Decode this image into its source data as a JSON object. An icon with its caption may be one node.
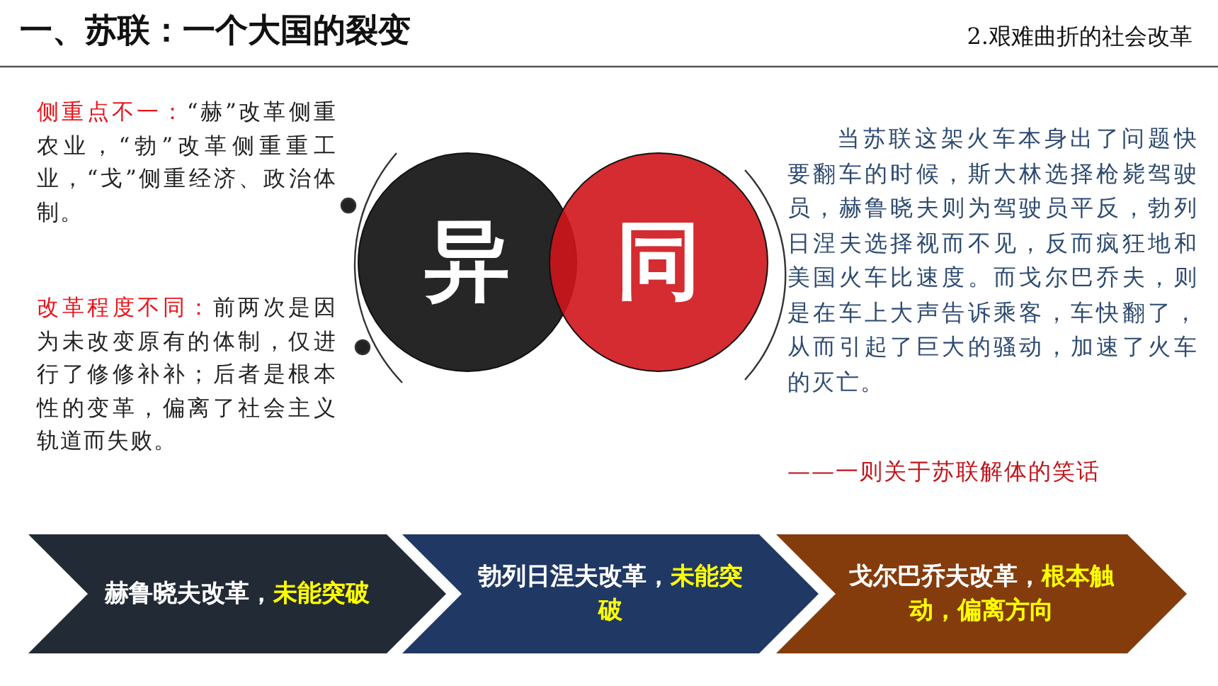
{
  "diagram": {
    "title": "一、苏联：一个大国的裂变",
    "nodes": [
      {
        "text": [
          "异"
        ]
      },
      {
        "text": [
          "同"
        ]
      },
      {
        "text": [
          "赫鲁晓夫改革，**未能突破**"
        ]
      },
      {
        "text": [
          "勃列日涅夫改革，**未能突破**"
        ]
      },
      {
        "text": [
          "戈尔巴乔夫改革，**根本触动，偏离方向**"
        ]
      }
    ],
    "labels": [
      "2.艰难曲折的社会改革",
      "**侧重点不一：**“赫”改革侧重农业，“勃”改革侧重重工业，“戈”侧重经济、政治体制。",
      "**改革程度不同：**前两次是因为未改变原有的体制，仅进行了修修补补；后者是根本性的变革，偏离了社会主义轨道而失败。",
      "当苏联这架火车本身出了问题快要翻车的时候，斯大林选择枪毙驾驶员，赫鲁晓夫则为驾驶员平反，勃列日涅夫选择视而不见，反而疯狂地和美国火车比速度。而戈尔巴乔夫，则是在车上大声告诉乘客，车快翻了，从而引起了巨大的骚动，加速了火车的灭亡。",
      "——一则关于苏联解体的笑话"
    ]
  }
}
